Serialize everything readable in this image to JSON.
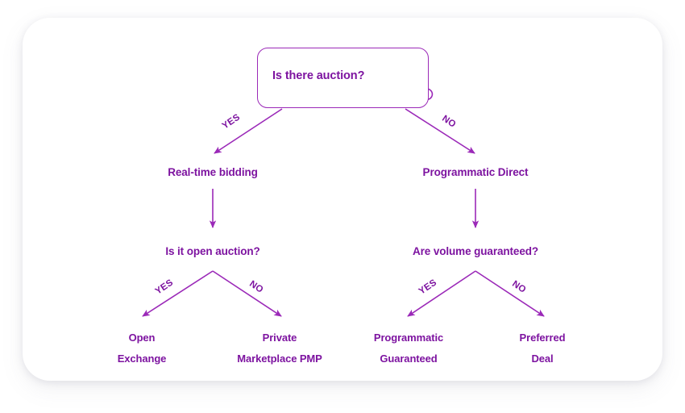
{
  "diagram": {
    "title_node": {
      "label": "Is there auction?",
      "icon": "gavel-icon"
    },
    "accent_color": "#7D13A0",
    "border_color": "#9B29B8",
    "card_background": "#FFFFFF",
    "level2": [
      {
        "label": "Real-time bidding"
      },
      {
        "label": "Programmatic Direct"
      }
    ],
    "level3": [
      {
        "label": "Is it open auction?"
      },
      {
        "label": "Are volume guaranteed?"
      }
    ],
    "leaves": [
      {
        "line1": "Open",
        "line2": "Exchange"
      },
      {
        "line1": "Private",
        "line2": "Marketplace PMP"
      },
      {
        "line1": "Programmatic",
        "line2": "Guaranteed"
      },
      {
        "line1": "Preferred",
        "line2": "Deal"
      }
    ],
    "edges": [
      {
        "tag": "YES"
      },
      {
        "tag": "NO"
      },
      {
        "tag": "YES"
      },
      {
        "tag": "NO"
      },
      {
        "tag": "YES"
      },
      {
        "tag": "NO"
      }
    ]
  }
}
